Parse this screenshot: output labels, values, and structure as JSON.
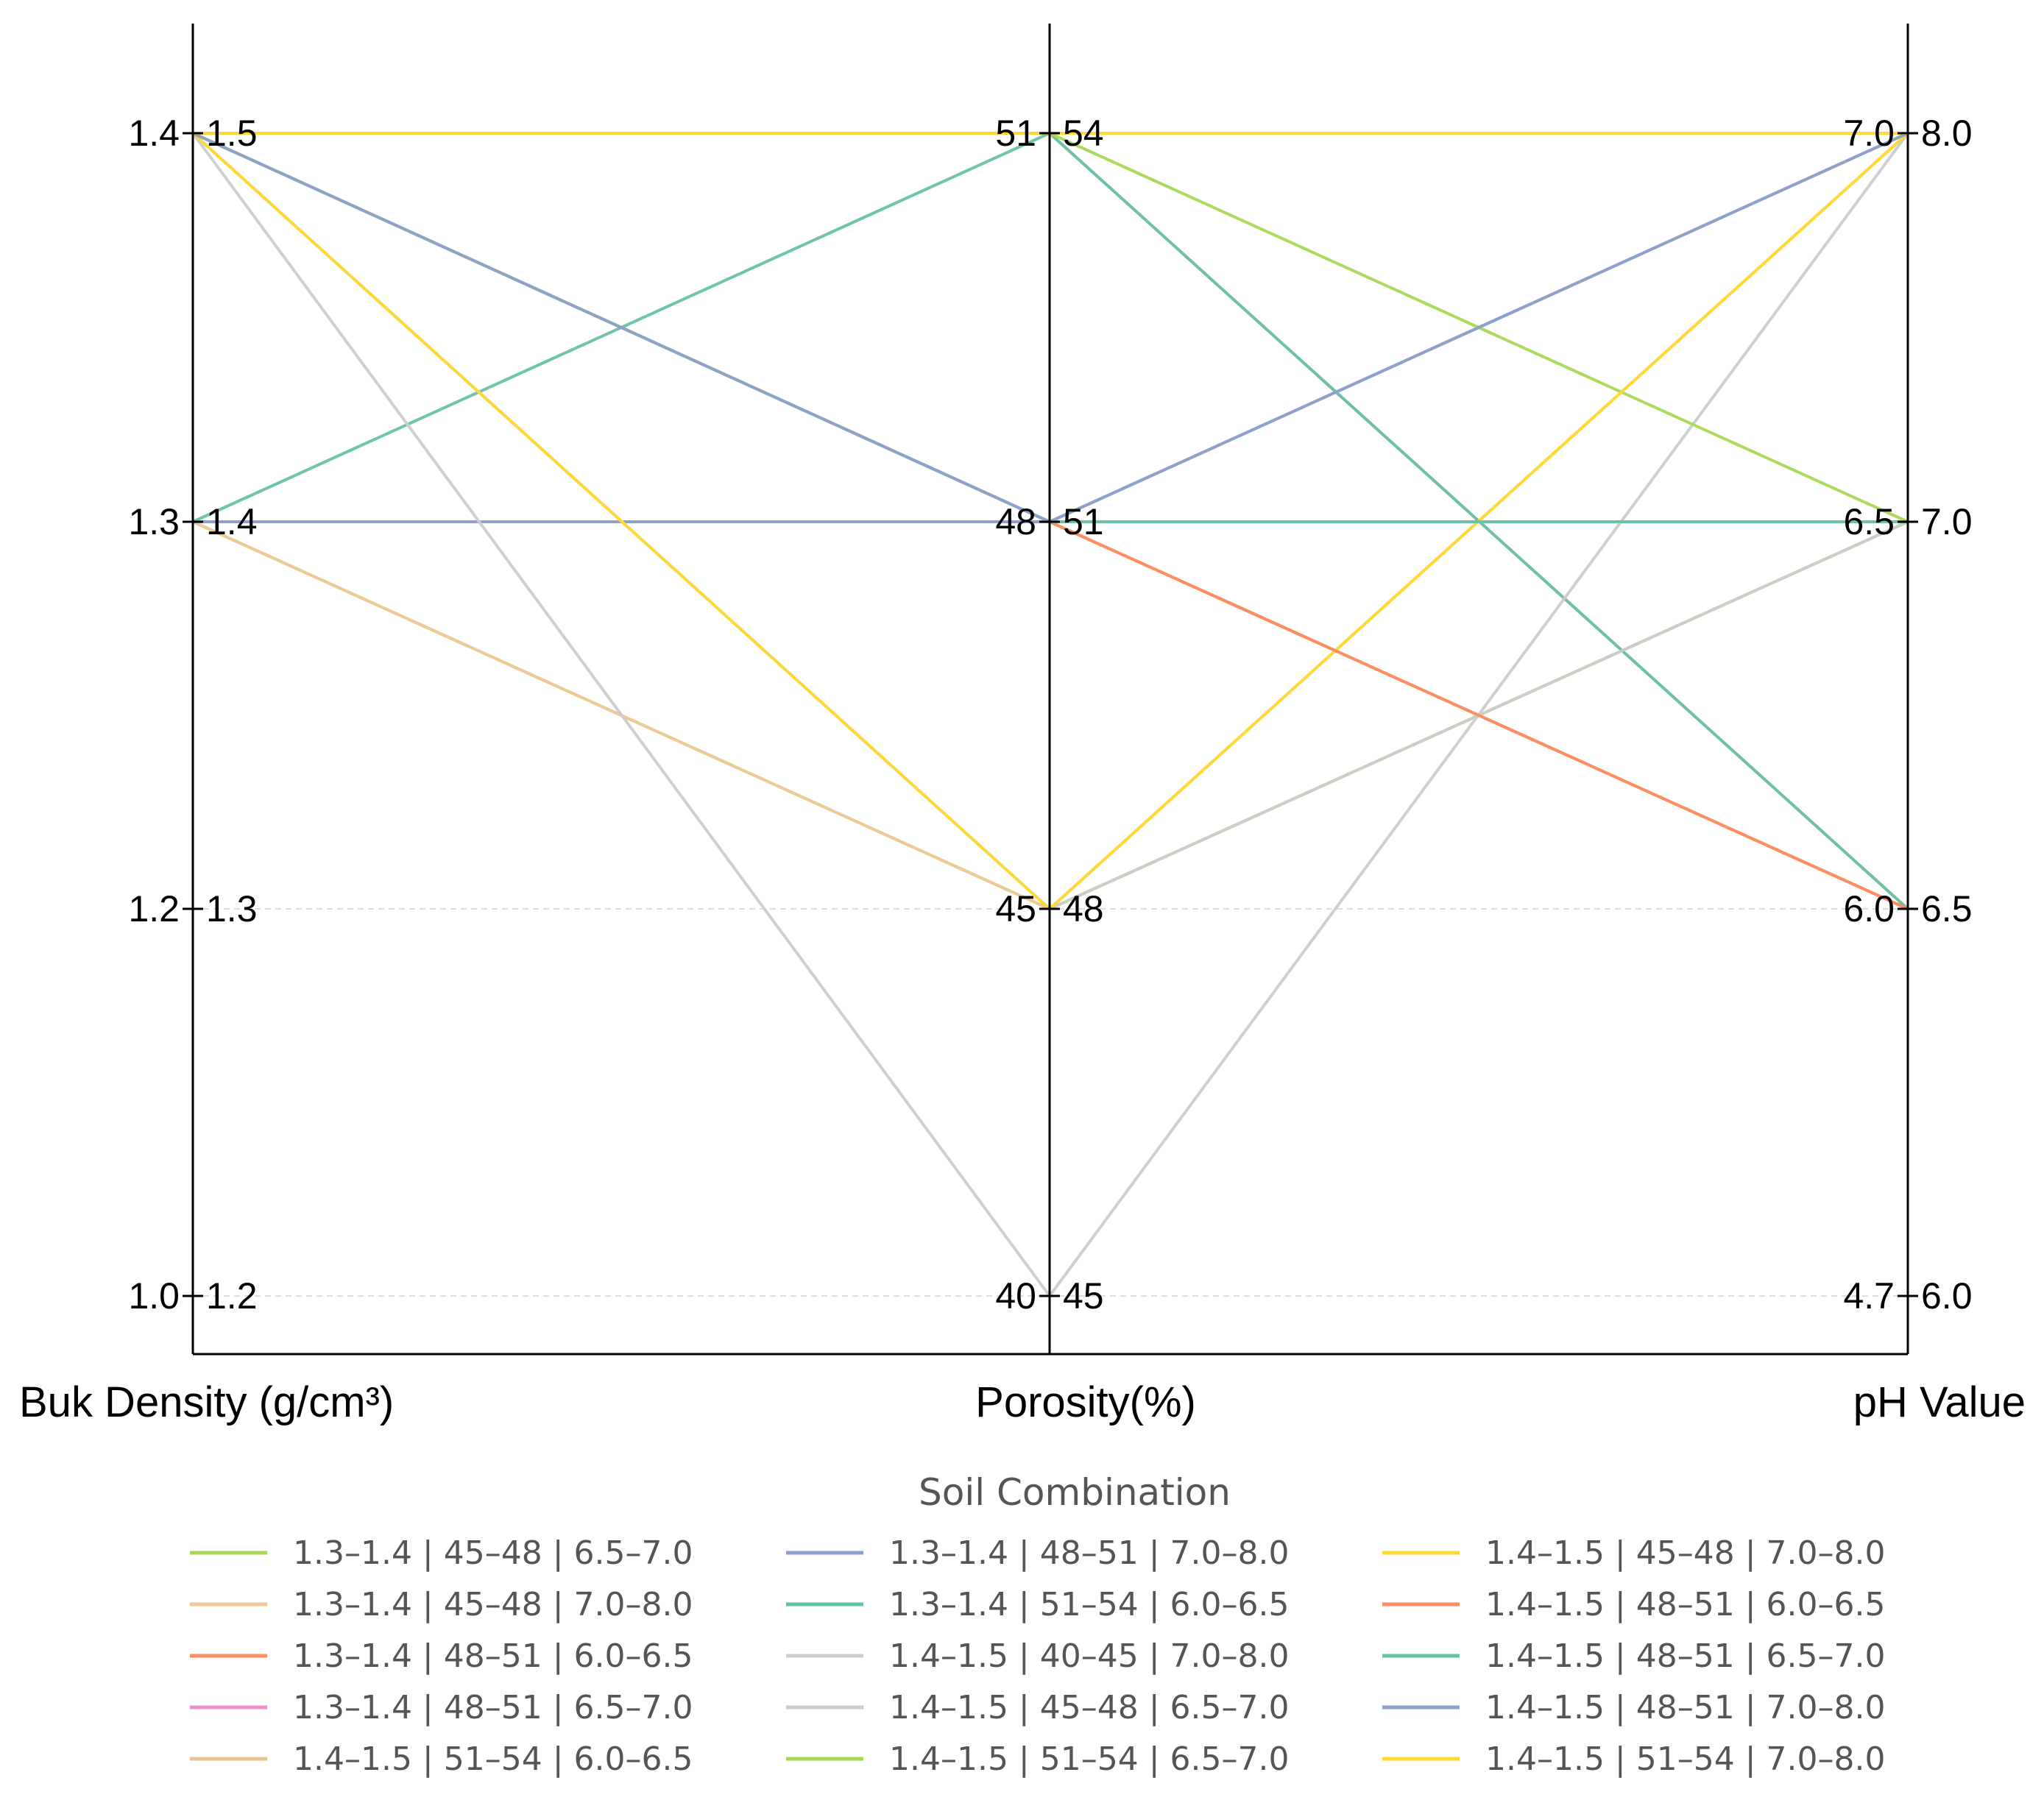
{
  "chart_data": {
    "type": "parallel-coordinates",
    "title": "",
    "axes": [
      {
        "label": "Buk Density (g/cm³)",
        "left_ticks": [
          "1.4",
          "1.3",
          "1.2",
          "1.0"
        ],
        "right_ticks": [
          "1.5",
          "1.4",
          "1.3",
          "1.2"
        ]
      },
      {
        "label": "Porosity(%)",
        "left_ticks": [
          "51",
          "48",
          "45",
          "40"
        ],
        "right_ticks": [
          "54",
          "51",
          "48",
          "45"
        ]
      },
      {
        "label": "pH Value",
        "left_ticks": [
          "7.0",
          "6.5",
          "6.0",
          "4.7"
        ],
        "right_ticks": [
          "8.0",
          "7.0",
          "6.5",
          "6.0"
        ]
      }
    ],
    "grid": true,
    "legend_title": "Soil Combination",
    "legend_placement": "bottom",
    "legend_columns": 3,
    "series": [
      {
        "name": "1.3–1.4 | 45–48 | 6.5–7.0",
        "values": [
          1,
          2,
          1
        ],
        "color": "#a6d854"
      },
      {
        "name": "1.3–1.4 | 45–48 | 7.0–8.0",
        "values": [
          1,
          2,
          0
        ],
        "color": "#f2c89a"
      },
      {
        "name": "1.3–1.4 | 48–51 | 6.0–6.5",
        "values": [
          1,
          1,
          2
        ],
        "color": "#fc8d62"
      },
      {
        "name": "1.3–1.4 | 48–51 | 6.5–7.0",
        "values": [
          1,
          1,
          1
        ],
        "color": "#f090c8"
      },
      {
        "name": "1.4–1.5 | 51–54 | 6.0–6.5",
        "values": [
          0,
          0,
          2
        ],
        "color": "#e5c494"
      },
      {
        "name": "1.3–1.4 | 48–51 | 7.0–8.0",
        "values": [
          1,
          1,
          0
        ],
        "color": "#8da0cb"
      },
      {
        "name": "1.3–1.4 | 51–54 | 6.0–6.5",
        "values": [
          1,
          0,
          2
        ],
        "color": "#66c2a5"
      },
      {
        "name": "1.4–1.5 | 40–45 | 7.0–8.0",
        "values": [
          0,
          3,
          0
        ],
        "color": "#cccccc"
      },
      {
        "name": "1.4–1.5 | 45–48 | 6.5–7.0",
        "values": [
          0,
          2,
          1
        ],
        "color": "#cccccc"
      },
      {
        "name": "1.4–1.5 | 51–54 | 6.5–7.0",
        "values": [
          0,
          0,
          1
        ],
        "color": "#a6d854"
      },
      {
        "name": "1.4–1.5 | 45–48 | 7.0–8.0",
        "values": [
          0,
          2,
          0
        ],
        "color": "#ffd92f"
      },
      {
        "name": "1.4–1.5 | 48–51 | 6.0–6.5",
        "values": [
          0,
          1,
          2
        ],
        "color": "#fc8d62"
      },
      {
        "name": "1.4–1.5 | 48–51 | 6.5–7.0",
        "values": [
          0,
          1,
          1
        ],
        "color": "#66c2a5"
      },
      {
        "name": "1.4–1.5 | 48–51 | 7.0–8.0",
        "values": [
          0,
          1,
          0
        ],
        "color": "#8da0cb"
      },
      {
        "name": "1.4–1.5 | 51–54 | 7.0–8.0",
        "values": [
          0,
          0,
          0
        ],
        "color": "#ffd92f"
      }
    ]
  }
}
